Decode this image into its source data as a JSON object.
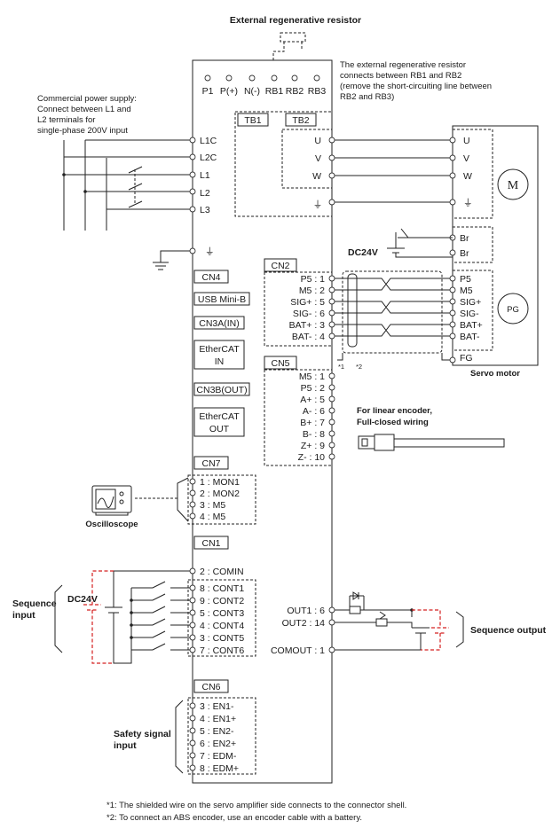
{
  "title": "External regenerative resistor",
  "regen_note": [
    "The external regenerative resistor",
    "connects between RB1 and RB2",
    "(remove the short-circuiting line between",
    "RB2 and RB3)"
  ],
  "power_note": [
    "Commercial power supply:",
    "Connect between L1 and",
    "L2 terminals for",
    "single-phase 200V input"
  ],
  "top_terminals": [
    "P1",
    "P(+)",
    "N(-)",
    "RB1",
    "RB2",
    "RB3"
  ],
  "tb1": "TB1",
  "tb2": "TB2",
  "tb1_terminals": [
    "L1C",
    "L2C",
    "L1",
    "L2",
    "L3"
  ],
  "tb2_terminals": [
    "U",
    "V",
    "W"
  ],
  "ground_symbol": "⏚",
  "motor": {
    "label": "Servo motor",
    "m": "M",
    "pg": "PG",
    "power_terms": [
      "U",
      "V",
      "W"
    ],
    "brake_terms": [
      "Br",
      "Br"
    ],
    "enc_terms": [
      "P5",
      "M5",
      "SIG+",
      "SIG-",
      "BAT+",
      "BAT-"
    ],
    "fg": "FG",
    "dc24v": "DC24V"
  },
  "cn4": "CN4",
  "usb": "USB Mini-B",
  "cn3a": "CN3A(IN)",
  "ecat_in": [
    "EtherCAT",
    "IN"
  ],
  "cn3b": "CN3B(OUT)",
  "ecat_out": [
    "EtherCAT",
    "OUT"
  ],
  "cn2": "CN2",
  "cn2_pins": [
    "P5 : 1",
    "M5 : 2",
    "SIG+ : 5",
    "SIG- : 6",
    "BAT+ : 3",
    "BAT- : 4"
  ],
  "mark1": "*1",
  "mark2": "*2",
  "cn5": "CN5",
  "cn5_pins": [
    "M5 : 1",
    "P5 : 2",
    "A+ : 5",
    "A- : 6",
    "B+ : 7",
    "B- : 8",
    "Z+ : 9",
    "Z- : 10"
  ],
  "linear_note": [
    "For linear encoder,",
    "Full-closed wiring"
  ],
  "cn7": "CN7",
  "cn7_pins": [
    "1 : MON1",
    "2 : MON2",
    "3 : M5",
    "4 : M5"
  ],
  "oscilloscope": "Oscilloscope",
  "cn1": "CN1",
  "cn1_common": "2 : COMIN",
  "cn1_inputs": [
    "8 : CONT1",
    "9 : CONT2",
    "5 : CONT3",
    "4 : CONT4",
    "3 : CONT5",
    "7 : CONT6"
  ],
  "dc24v_in": "DC24V",
  "seq_input": [
    "Sequence",
    "input"
  ],
  "outputs": [
    "OUT1 : 6",
    "OUT2 : 14"
  ],
  "comout": "COMOUT : 1",
  "seq_output": "Sequence output",
  "cn6": "CN6",
  "cn6_pins": [
    "3 : EN1-",
    "4 : EN1+",
    "5 : EN2-",
    "6 : EN2+",
    "7 : EDM-",
    "8 : EDM+"
  ],
  "safety": [
    "Safety signal",
    "input"
  ],
  "footnotes": [
    "*1: The shielded wire on the servo amplifier side connects to the connector shell.",
    "*2: To connect an ABS encoder, use an encoder cable with a battery."
  ]
}
